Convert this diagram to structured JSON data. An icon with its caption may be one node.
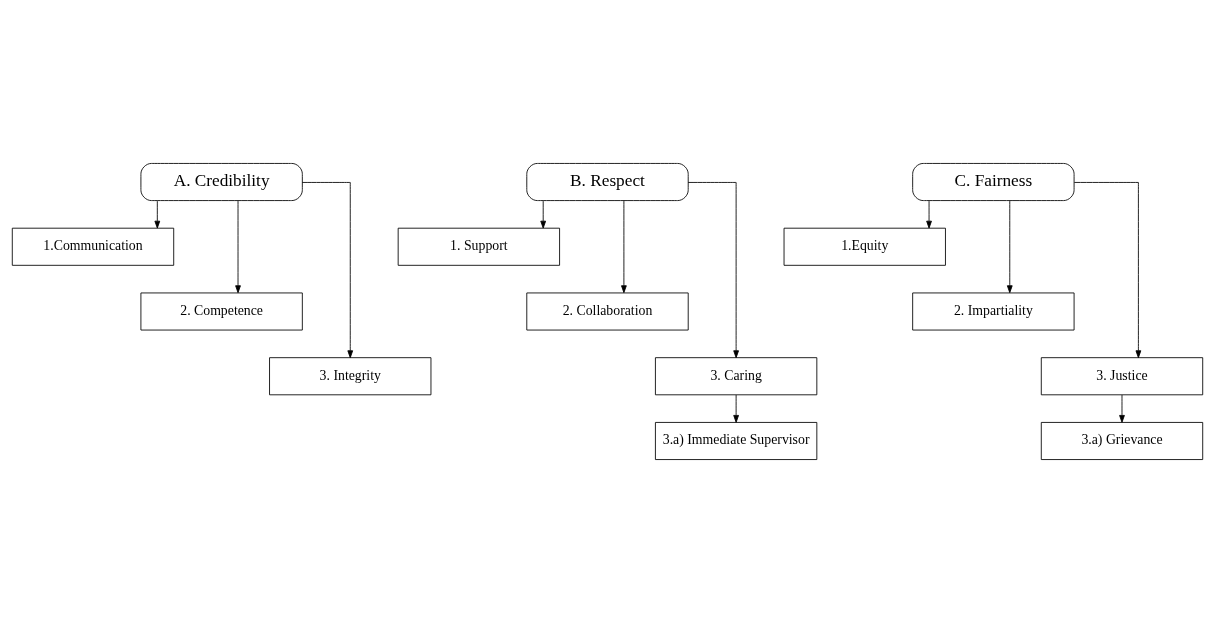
{
  "diagram": {
    "nodes": [
      {
        "text": [
          "A. Credibility"
        ]
      },
      {
        "text": [
          "1.Communication"
        ]
      },
      {
        "text": [
          "2. Competence"
        ]
      },
      {
        "text": [
          "3. Integrity"
        ]
      },
      {
        "text": [
          "B. Respect"
        ]
      },
      {
        "text": [
          "1. Support"
        ]
      },
      {
        "text": [
          "2. Collaboration"
        ]
      },
      {
        "text": [
          "3. Caring"
        ]
      },
      {
        "text": [
          "3.a) Immediate Supervisor"
        ]
      },
      {
        "text": [
          "C. Fairness"
        ]
      },
      {
        "text": [
          "1.Equity"
        ]
      },
      {
        "text": [
          "2. Impartiality"
        ]
      },
      {
        "text": [
          "3. Justice"
        ]
      },
      {
        "text": [
          "3.a) Grievance"
        ]
      }
    ],
    "edges": [
      {
        "from": 0,
        "to": 1,
        "arrow": "to"
      },
      {
        "from": 0,
        "to": 2,
        "arrow": "to"
      },
      {
        "from": 0,
        "to": 3,
        "arrow": "to"
      },
      {
        "from": 4,
        "to": 5,
        "arrow": "to"
      },
      {
        "from": 4,
        "to": 6,
        "arrow": "to"
      },
      {
        "from": 4,
        "to": 7,
        "arrow": "to"
      },
      {
        "from": 7,
        "to": 8,
        "arrow": "to"
      },
      {
        "from": 9,
        "to": 10,
        "arrow": "to"
      },
      {
        "from": 9,
        "to": 11,
        "arrow": "to"
      },
      {
        "from": 9,
        "to": 12,
        "arrow": "to"
      },
      {
        "from": 12,
        "to": 13,
        "arrow": "to"
      }
    ]
  }
}
